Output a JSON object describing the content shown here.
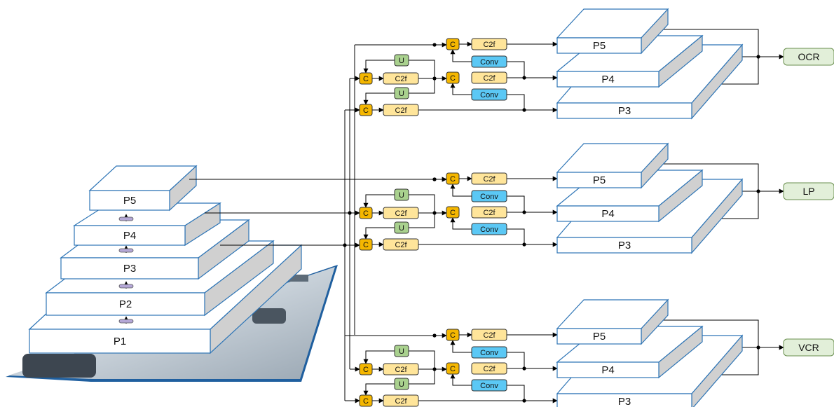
{
  "backbone": {
    "levels": [
      "P5",
      "P4",
      "P3",
      "P2",
      "P1"
    ]
  },
  "heads": [
    {
      "id": "ocr",
      "output": "OCR",
      "levels": [
        "P5",
        "P4",
        "P3"
      ]
    },
    {
      "id": "lp",
      "output": "LP",
      "levels": [
        "P5",
        "P4",
        "P3"
      ]
    },
    {
      "id": "vcr",
      "output": "VCR",
      "levels": [
        "P5",
        "P4",
        "P3"
      ]
    }
  ],
  "blocks": {
    "concat": "C",
    "c2f": "C2f",
    "upsample": "U",
    "conv": "Conv"
  },
  "colors": {
    "slab_fill": "#ffffff",
    "slab_border": "#2e75b6",
    "slab_side": "#d0d0d0",
    "concat": "#f5b700",
    "c2f": "#ffe59a",
    "upsample": "#a9d18e",
    "conv": "#5bc8f5",
    "output": "#e2efd9",
    "road": "#b8c4cf"
  }
}
